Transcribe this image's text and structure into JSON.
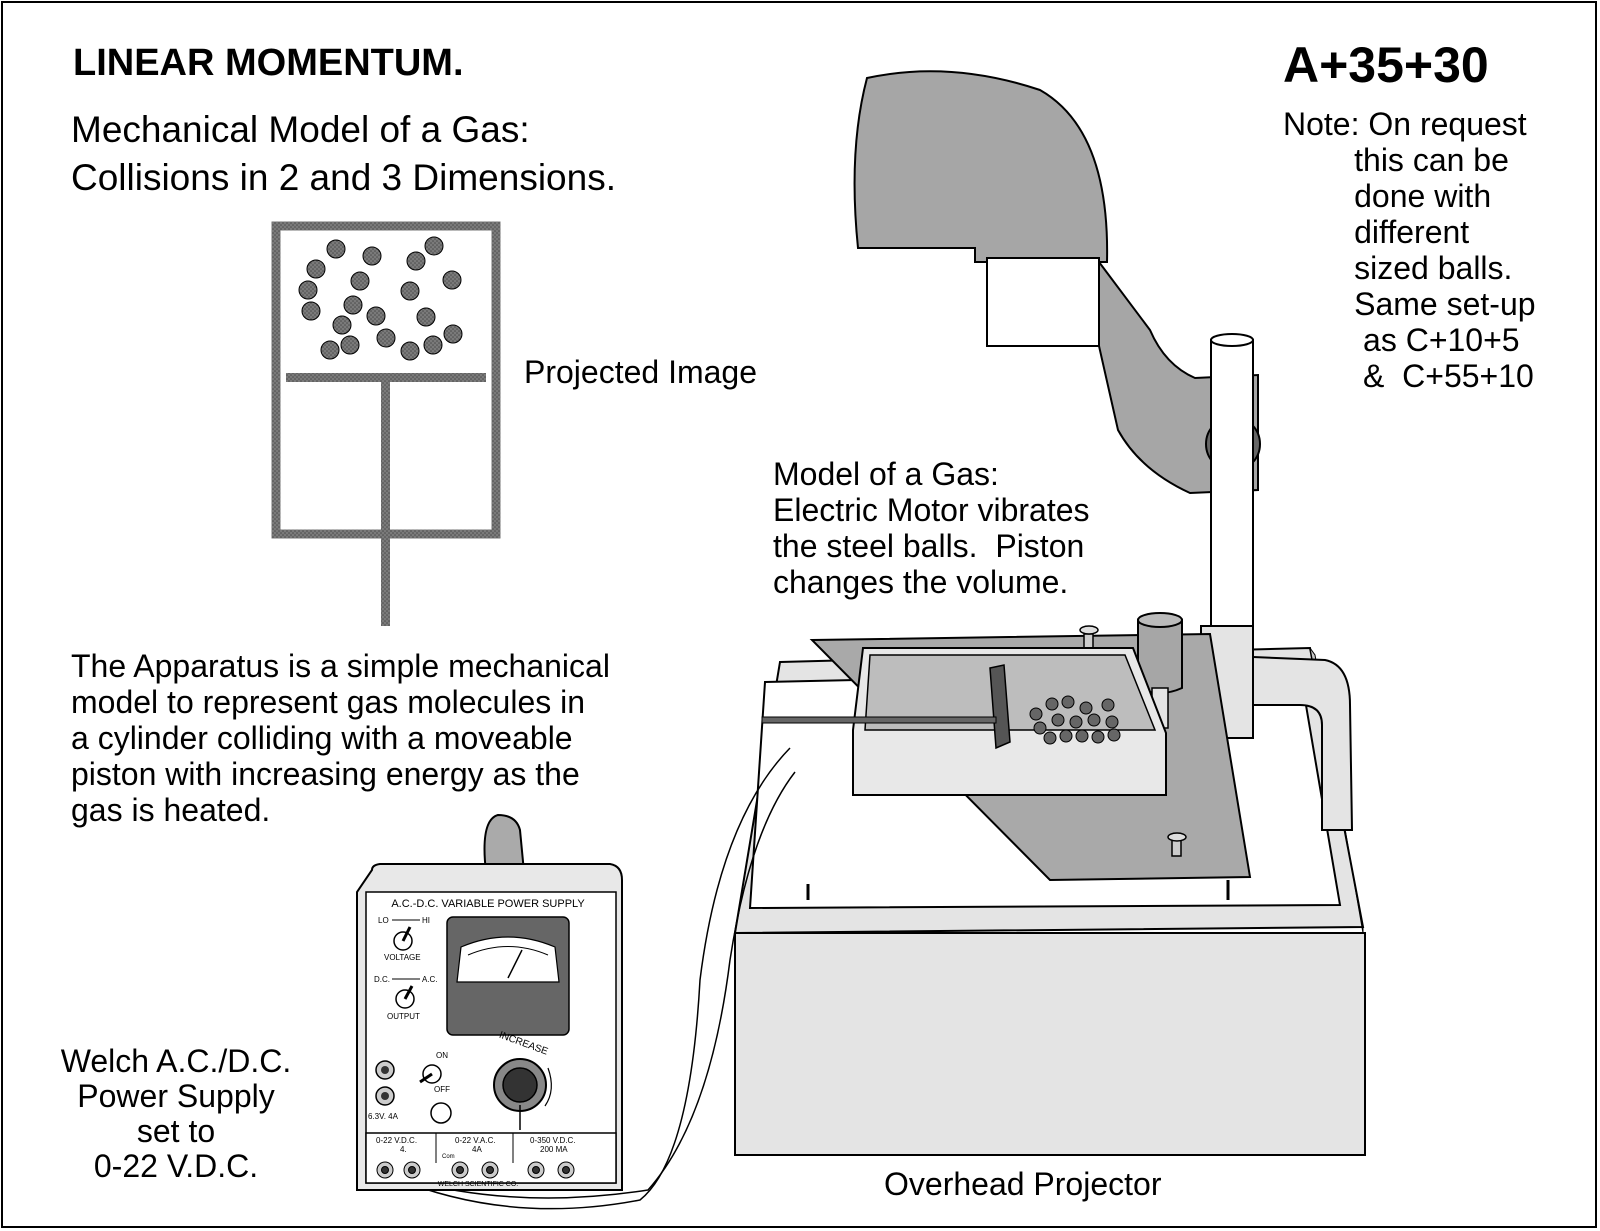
{
  "title": "LINEAR MOMENTUM.",
  "code": "A+35+30",
  "subtitle": [
    "Mechanical Model of a Gas:",
    "Collisions in 2 and 3 Dimensions."
  ],
  "note": [
    "Note: On request",
    "        this can be",
    "        done with",
    "        different",
    "        sized balls.",
    "        Same set-up",
    "         as C+10+5",
    "         &  C+55+10"
  ],
  "projected_image_label": "Projected Image",
  "model_caption": [
    "Model of a Gas:",
    "Electric Motor vibrates",
    "the steel balls.  Piston",
    "changes the volume."
  ],
  "apparatus_text": [
    "The Apparatus is a simple mechanical",
    "model to represent gas molecules in",
    "a cylinder colliding with a moveable",
    "piston with increasing energy as the",
    "gas is heated."
  ],
  "welch_caption": [
    "Welch A.C./D.C.",
    "Power Supply",
    "set to",
    "0-22 V.D.C."
  ],
  "projector_label": "Overhead Projector",
  "power_supply": {
    "name": "A.C.-D.C. VARIABLE POWER SUPPLY",
    "lo": "LO",
    "hi": "HI",
    "voltage": "VOLTAGE",
    "dc": "D.C.",
    "ac": "A.C.",
    "output": "OUTPUT",
    "on": "ON",
    "off": "OFF",
    "increase": "INCREASE",
    "tap": "6.3V.  4A",
    "range1": "0-22 V.D.C.",
    "range1_amp": "4.",
    "range2": "0-22 V.A.C.",
    "range2_amp": "4A",
    "range3": "0-350 V.D.C.",
    "range3_amp": "200 MA",
    "com": "Com",
    "maker": "WELCH SCIENTIFIC CO."
  },
  "colors": {
    "gray": "#9e9e9e",
    "light_gray": "#e4e4e4",
    "dark_gray": "#555555",
    "ball": "#666666"
  }
}
